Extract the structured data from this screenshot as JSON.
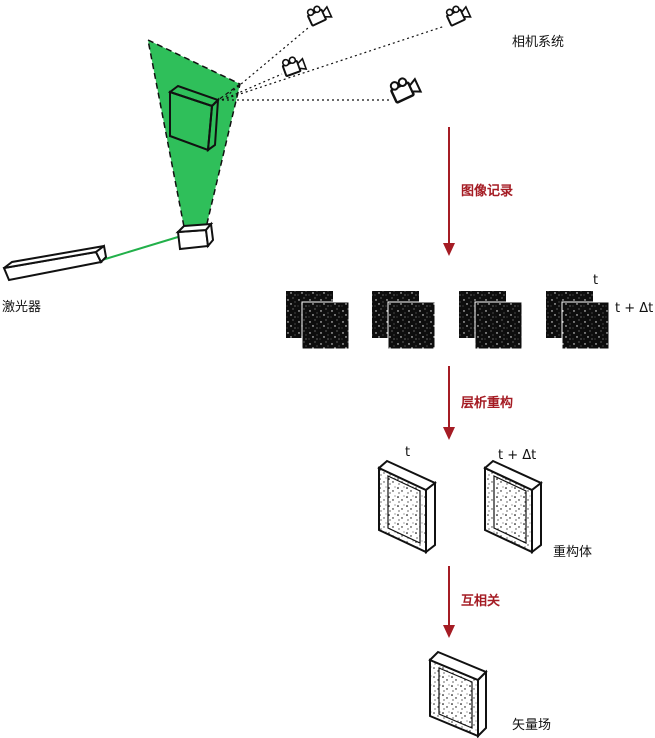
{
  "labels": {
    "camera_system": "相机系统",
    "laser": "激光器",
    "volume": "重构体",
    "vector_field": "矢量场"
  },
  "steps": {
    "image_recording": "图像记录",
    "tomographic_reconstruction": "层析重构",
    "cross_correlation": "互相关"
  },
  "time_labels": {
    "t": "t",
    "t_dt": "t + Δt"
  },
  "colors": {
    "laser_sheet": "#2fbf5a",
    "laser_beam": "#22b04a",
    "step_arrow": "#a51c24",
    "outline": "#111111"
  },
  "icons": [
    "camera-icon",
    "laser-device",
    "optics-box",
    "particle-image",
    "volume-box",
    "arrow-down-icon"
  ]
}
